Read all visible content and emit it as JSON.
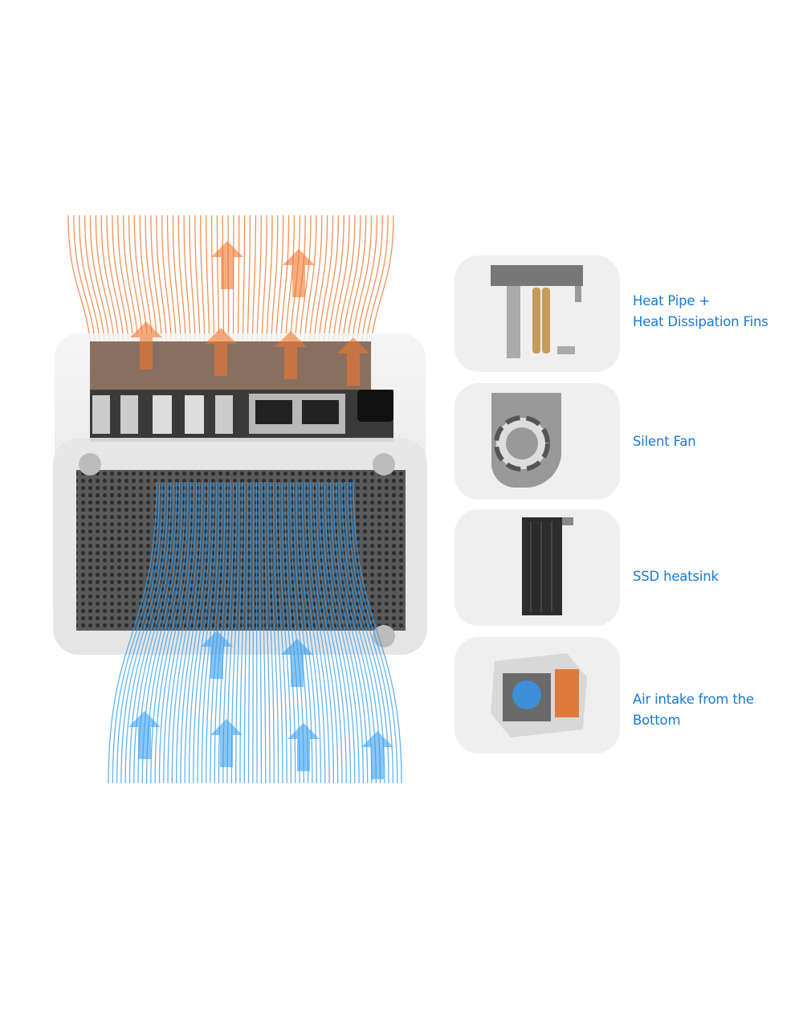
{
  "features": [
    {
      "title": "Heat Pipe +",
      "subtitle": "Heat Dissipation Fins",
      "icon": "heat-pipe-fins"
    },
    {
      "title": "Silent Fan",
      "icon": "blower-fan"
    },
    {
      "title": "SSD heatsink",
      "icon": "ssd-heatsink"
    },
    {
      "title": "Air intake from the",
      "subtitle": "Bottom",
      "icon": "mini-pc-bottom"
    }
  ],
  "colors": {
    "label": "#1b78cf",
    "hot_air": "#f0762e",
    "cool_air": "#3aa0f0",
    "card_bg": "#efefef"
  }
}
